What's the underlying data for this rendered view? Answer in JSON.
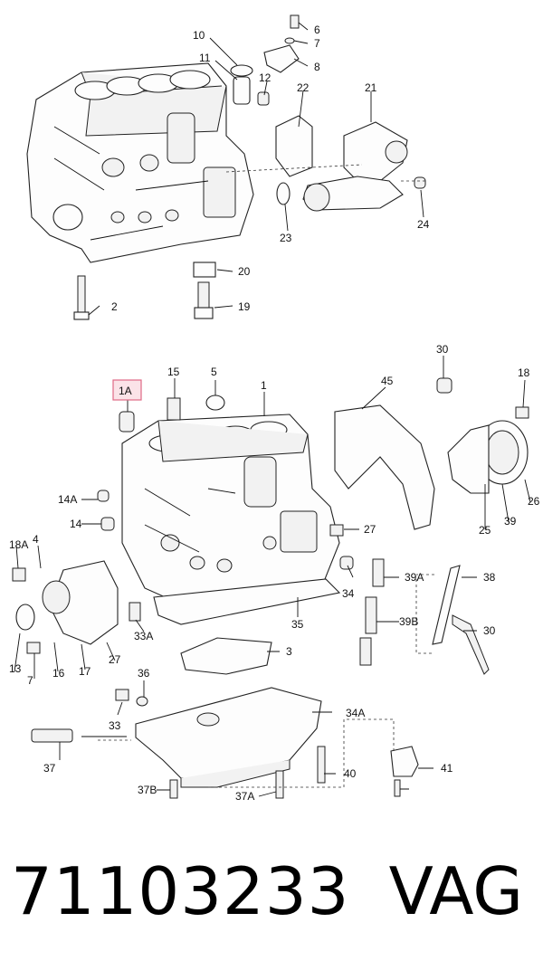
{
  "diagram": {
    "callouts_top": [
      "6",
      "7",
      "8",
      "10",
      "11",
      "12",
      "22",
      "21",
      "2",
      "20",
      "19",
      "23",
      "24"
    ],
    "callouts_bottom": [
      "30",
      "15",
      "5",
      "1",
      "45",
      "18",
      "1A",
      "14A",
      "14",
      "27",
      "18A",
      "4",
      "13",
      "7",
      "16",
      "17",
      "27",
      "33A",
      "3",
      "26",
      "25",
      "39",
      "39A",
      "38",
      "39B",
      "30",
      "34",
      "35",
      "36",
      "33",
      "34A",
      "37",
      "37B",
      "37A",
      "40",
      "41"
    ],
    "highlighted_callout": "1A",
    "highlight_color": "#e06a86"
  },
  "footer": {
    "part_number": "71103233",
    "brand": "VAG"
  }
}
